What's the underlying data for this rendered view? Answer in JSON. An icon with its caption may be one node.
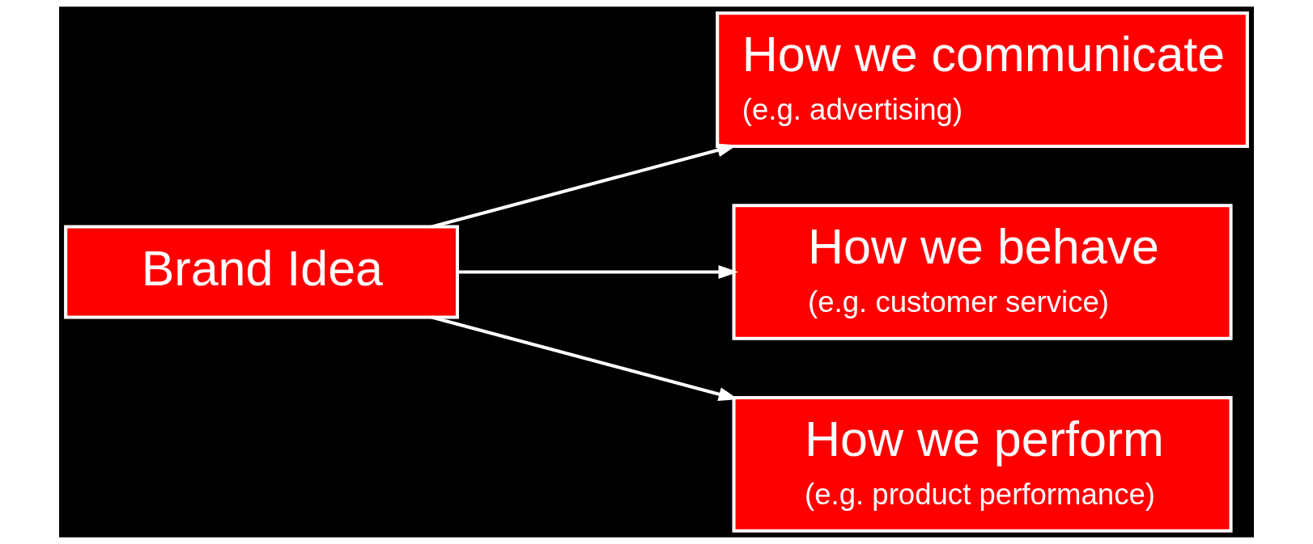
{
  "diagram": {
    "nodes": [
      {
        "text": [
          "Brand Idea"
        ]
      },
      {
        "text": [
          "How we communicate",
          "(e.g. advertising)"
        ]
      },
      {
        "text": [
          "How we behave",
          "(e.g. customer service)"
        ]
      },
      {
        "text": [
          "How we perform",
          "(e.g. product performance)"
        ]
      }
    ],
    "edges": [
      {
        "from": 0,
        "to": 1,
        "arrow": "to"
      },
      {
        "from": 0,
        "to": 2,
        "arrow": "to"
      },
      {
        "from": 0,
        "to": 3,
        "arrow": "to"
      }
    ]
  }
}
